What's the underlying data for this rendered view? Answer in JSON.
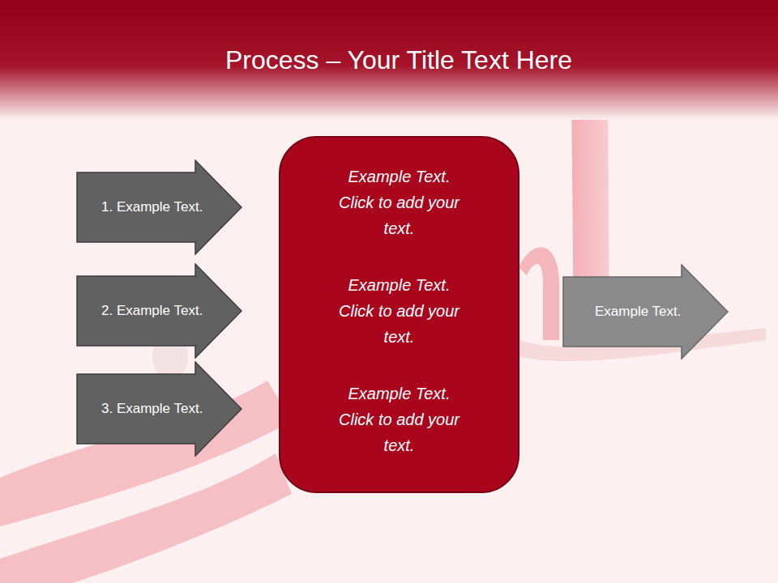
{
  "diagram": {
    "title": "Process – Your Title Text Here",
    "nodes": [
      {
        "text": [
          "1. Example Text."
        ]
      },
      {
        "text": [
          "2. Example Text."
        ]
      },
      {
        "text": [
          "3. Example Text."
        ]
      },
      {
        "text": [
          "Example Text. Click to add your text.",
          "Example Text. Click to add your text.",
          "Example Text. Click to add your text."
        ]
      },
      {
        "text": [
          "Example Text."
        ]
      }
    ]
  }
}
